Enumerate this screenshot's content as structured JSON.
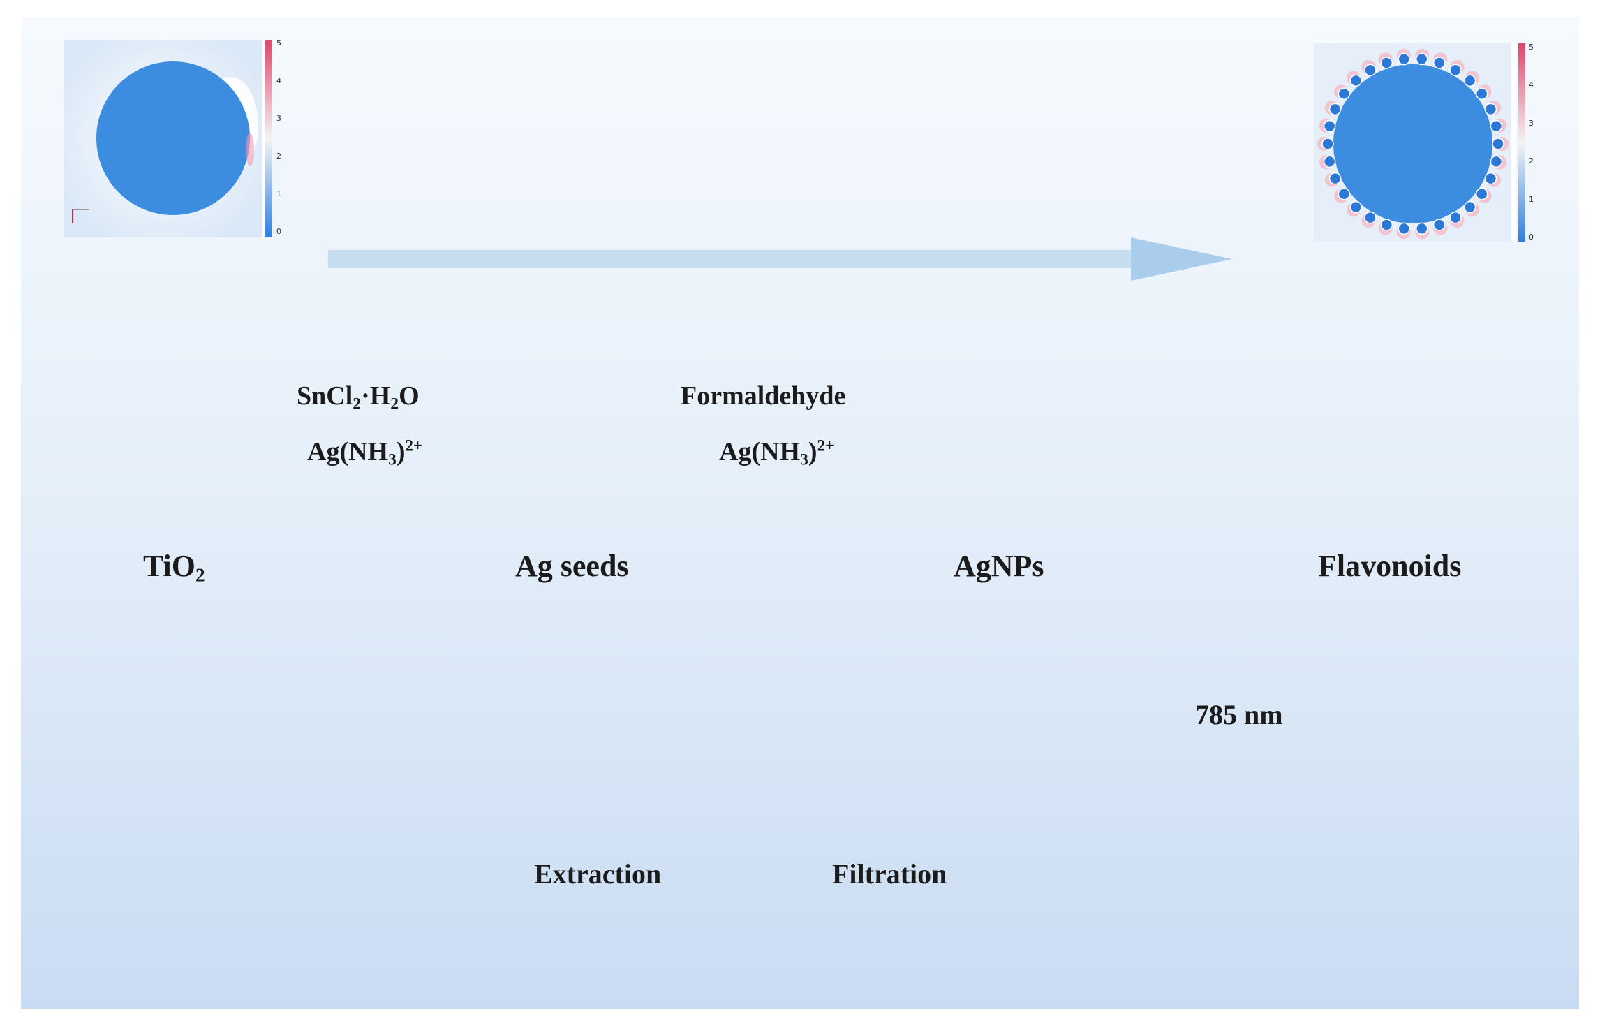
{
  "labels": {
    "tio2": {
      "main": "TiO",
      "sub": "2"
    },
    "ag_seeds": "Ag seeds",
    "agnps": "AgNPs",
    "flavonoids": "Flavonoids",
    "reagent1_line1": {
      "a": "SnCl",
      "b": "2",
      "c": "·H",
      "d": "2",
      "e": "O"
    },
    "reagent1_line2": {
      "a": "Ag(NH",
      "b": "3",
      "c": ")",
      "d": "2+"
    },
    "reagent2_line1": "Formaldehyde",
    "reagent2_line2": {
      "a": "Ag(NH",
      "b": "3",
      "c": ")",
      "d": "2+"
    },
    "extraction": "Extraction",
    "filtration": "Filtration",
    "laser": "785 nm"
  },
  "colorbar_ticks": [
    "5",
    "4",
    "3",
    "2",
    "1",
    "0"
  ],
  "beaker_liquid_colors": [
    "#e9d3b0",
    "#c9c9c9",
    "#f0b3a0",
    "#c8e58a"
  ],
  "colors": {
    "arrow": "#8fc0e4",
    "sphere": "#c9ced6",
    "ag_particle": "#2f6fc4",
    "flavonoid": "#f2cf58",
    "laser": "#ec4a7a",
    "dashed_marker": "#ec3a6a",
    "liquid_yellow": "#efd78a"
  },
  "icons": [
    "beaker-icon",
    "sphere-icon",
    "plant-icon",
    "bowl-icon",
    "ultrasonic-bath-icon",
    "centrifuge-tube-icon",
    "filter-icon",
    "pipette-icon",
    "laser-icon",
    "raman-cell-icon",
    "colorbar-icon"
  ]
}
